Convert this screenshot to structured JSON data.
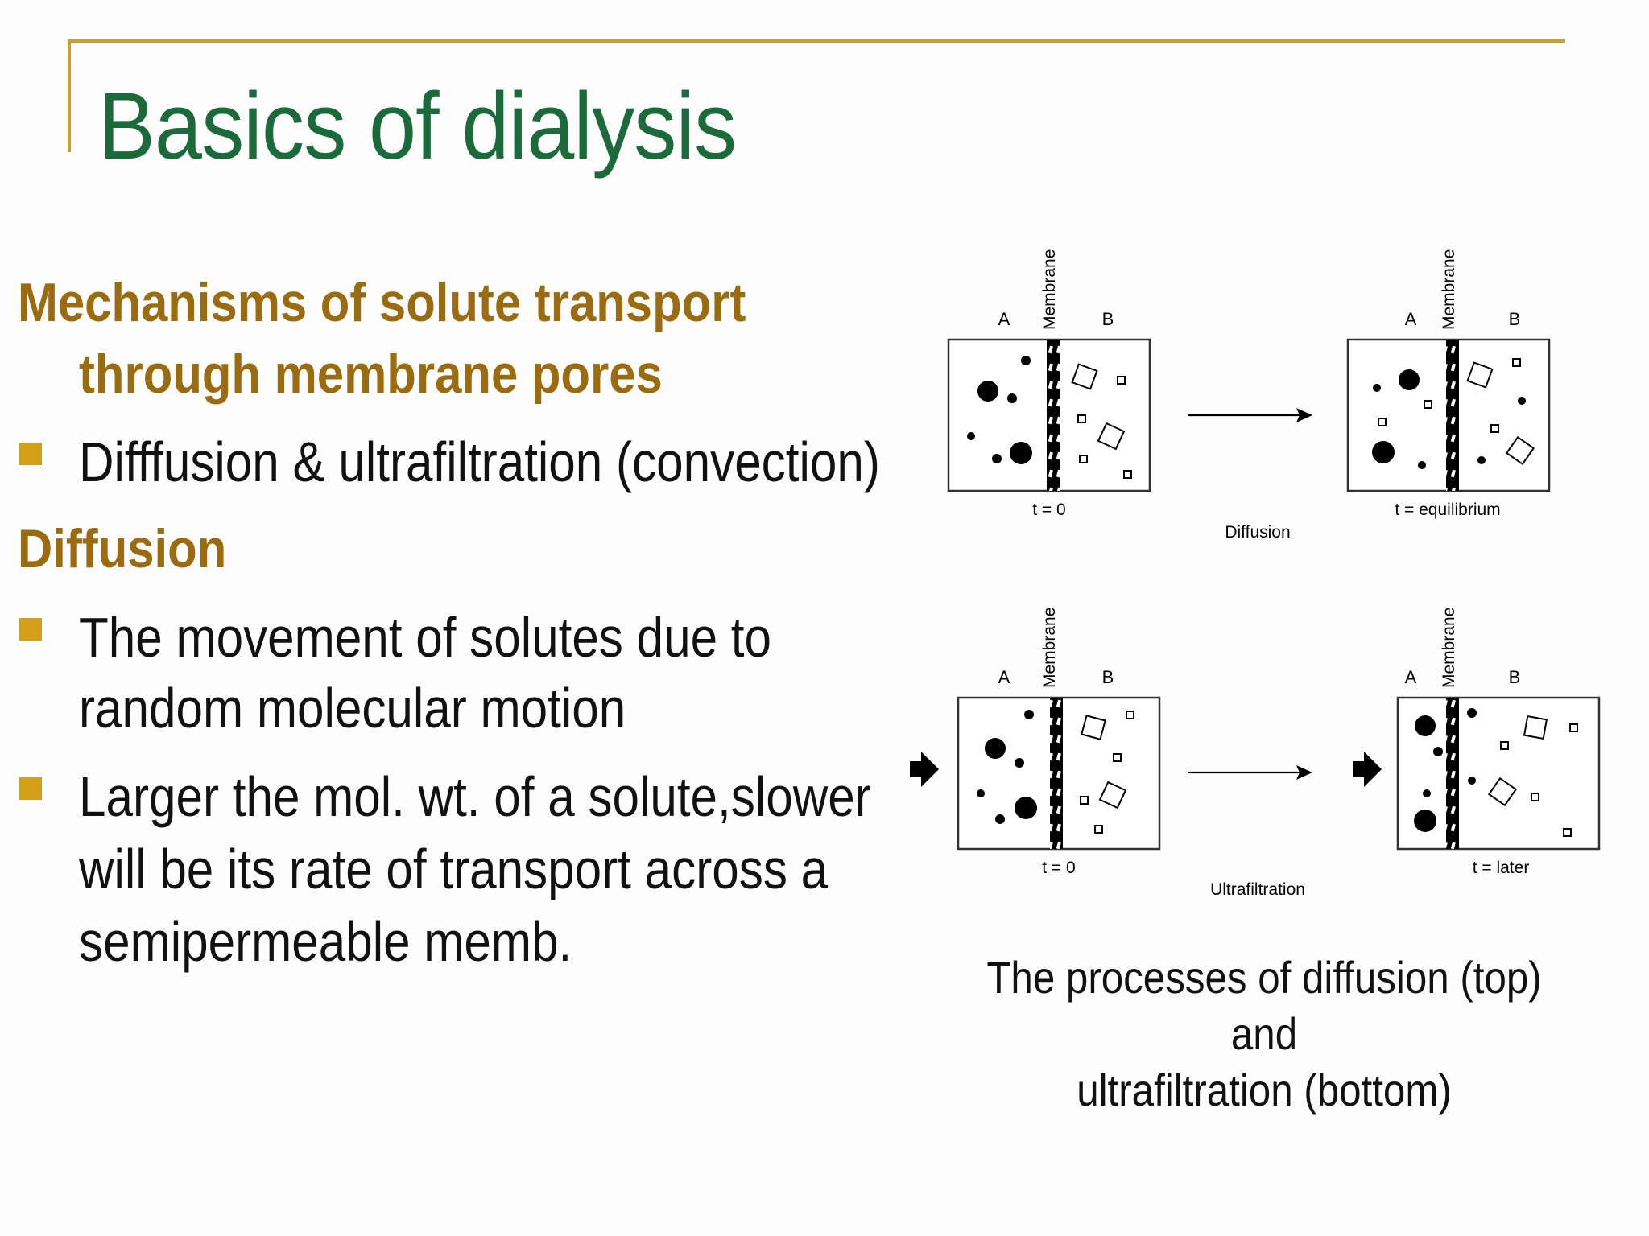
{
  "slide": {
    "title": "Basics of dialysis",
    "heading1_line1": "Mechanisms of solute transport",
    "heading1_line2": "through membrane pores",
    "bullet1": "Difffusion & ultrafiltration (convection)",
    "heading2": "Diffusion",
    "bullet2_line1": "The movement of solutes due to",
    "bullet2_line2": "random molecular motion",
    "bullet3_line1": "Larger the mol. wt. of a solute,slower",
    "bullet3_line2": "will be its rate of transport across a",
    "bullet3_line3": "semipermeable memb.",
    "caption_line1": "The processes of diffusion (top) and",
    "caption_line2": "ultrafiltration (bottom)"
  },
  "figure": {
    "membrane_label": "Membrane",
    "side_a": "A",
    "side_b": "B",
    "diffusion_start": "t = 0",
    "diffusion_end": "t = equilibrium",
    "diffusion_process": "Diffusion",
    "uf_start": "t = 0",
    "uf_end": "t = later",
    "uf_process": "Ultrafiltration"
  },
  "colors": {
    "title": "#1b6b3a",
    "heading": "#9a6b0f",
    "bullet": "#d4a017",
    "frame": "#c9a227"
  }
}
